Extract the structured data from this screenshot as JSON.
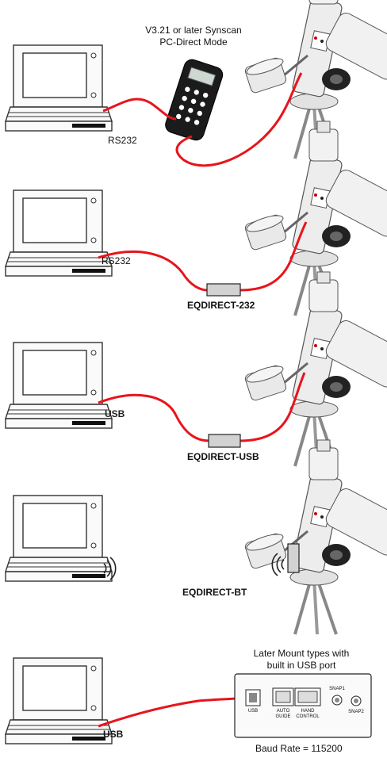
{
  "panels": {
    "p1": {
      "handset_caption": "V3.21 or later Synscan\nPC-Direct Mode",
      "cable_label": "RS232"
    },
    "p2": {
      "cable_label": "RS232",
      "adapter_label": "EQDIRECT-232"
    },
    "p3": {
      "cable_label": "USB",
      "adapter_label": "EQDIRECT-USB"
    },
    "p4": {
      "adapter_label": "EQDIRECT-BT"
    },
    "p5": {
      "cable_label": "USB",
      "mount_caption": "Later Mount types with\nbuilt in USB port",
      "port_usb": "USB",
      "port_autoguide": "AUTO\nGUIDE",
      "port_hand": "HAND\nCONTROL",
      "port_snap1": "SNAP1",
      "port_snap2": "SNAP2",
      "baud_rate": "Baud Rate = 115200"
    }
  },
  "colors": {
    "cable": "#e8141c",
    "outline": "#333333",
    "mount_body": "#ededed"
  }
}
